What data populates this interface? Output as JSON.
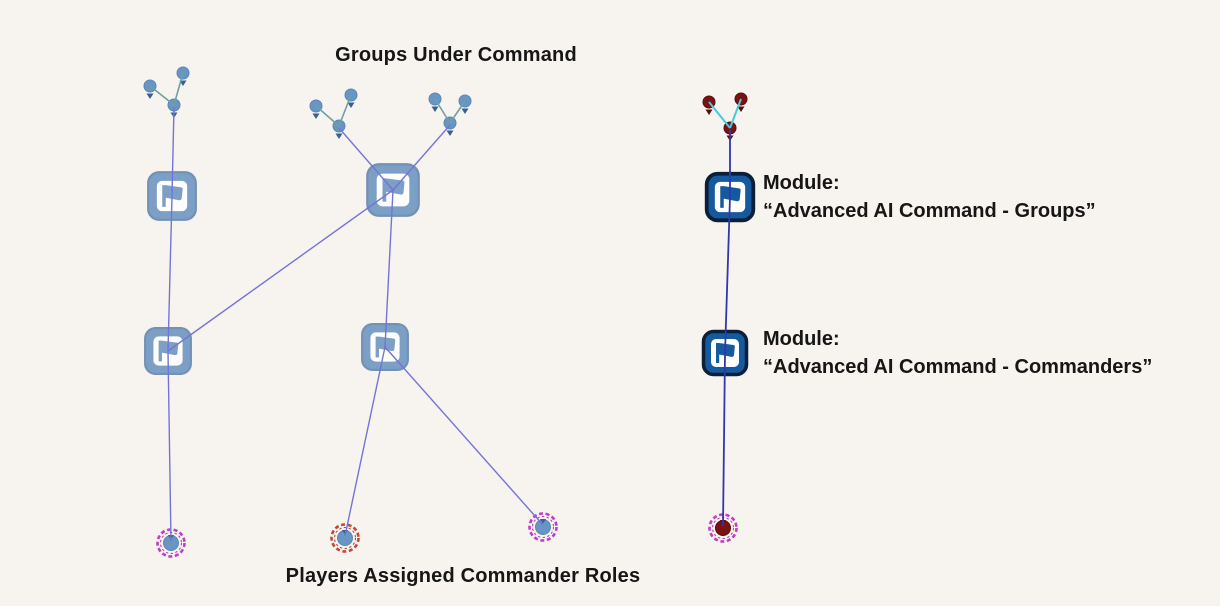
{
  "title": "Groups Under Command",
  "caption": "Players Assigned Commander Roles",
  "module_labels": {
    "groups": {
      "line1": "Module:",
      "line2": "“Advanced AI Command - Groups”"
    },
    "commanders": {
      "line1": "Module:",
      "line2": "“Advanced AI Command - Commanders”"
    }
  },
  "icons": {
    "module": "module-flag-icon",
    "unit_blue": "blue-unit-dot-icon",
    "unit_red": "red-unit-dot-icon",
    "player": "player-ring-icon"
  },
  "counts": {
    "blue_unit_groups": 3,
    "red_unit_groups": 1,
    "light_flag_modules": 4,
    "dark_flag_modules": 2,
    "players": 4
  },
  "colors": {
    "background": "#f7f3ee",
    "blue_team_unit": "#6896c4",
    "red_team_unit": "#7a1113",
    "module_light_blue": "#7c9fc6",
    "module_dark_blue": "#155a9e",
    "module_dark_border": "#0c1f38",
    "command_link_purple": "#7474d8",
    "command_link_dark_blue": "#3136ad",
    "group_link_teal": "#6fa0a5",
    "group_link_cyan": "#43ccd9",
    "player_ring_magenta": "#bd3fc4",
    "player_ring_orange": "#bf4a38",
    "text": "#161616"
  }
}
